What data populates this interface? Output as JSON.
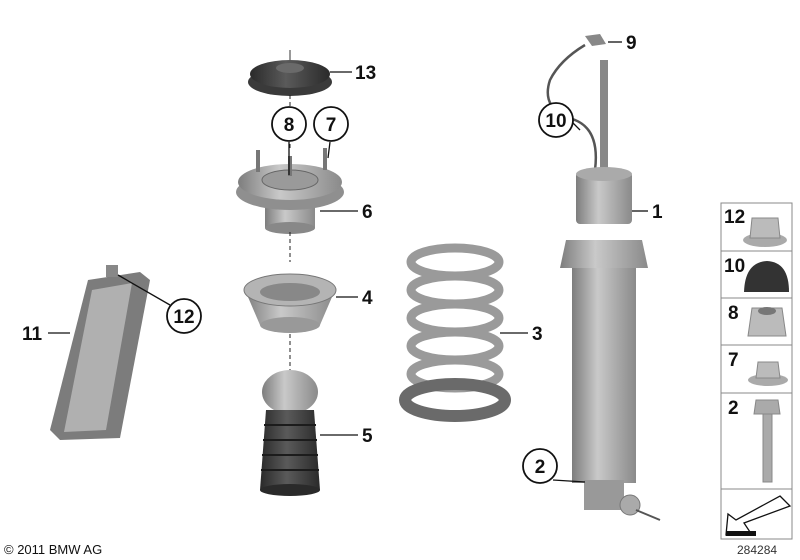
{
  "diagram": {
    "part_labels": {
      "p1": "1",
      "p2": "2",
      "p3": "3",
      "p4": "4",
      "p5": "5",
      "p6": "6",
      "p7": "7",
      "p8": "8",
      "p9": "9",
      "p10": "10",
      "p11": "11",
      "p12": "12",
      "p13": "13"
    },
    "side_panel": {
      "items": [
        {
          "label": "12",
          "icon": "flange-nut-icon"
        },
        {
          "label": "10",
          "icon": "rubber-cap-icon"
        },
        {
          "label": "8",
          "icon": "hex-nut-icon"
        },
        {
          "label": "7",
          "icon": "collar-nut-icon"
        },
        {
          "label": "2",
          "icon": "hex-bolt-icon"
        }
      ],
      "bottom_icon": "arrow-direction-icon"
    },
    "copyright": "© 2011 BMW AG",
    "diagram_number": "284284"
  },
  "colors": {
    "part_gray": "#a9a9a9",
    "dark_rubber": "#3a3a3a",
    "line": "#111111"
  }
}
